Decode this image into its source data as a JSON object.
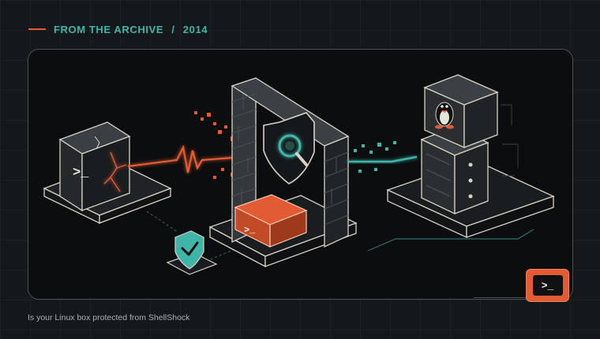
{
  "header": {
    "kicker_source": "FROM THE ARCHIVE",
    "kicker_separator": "/",
    "kicker_year": "2014"
  },
  "illustration": {
    "left_terminal_prompt": ">_",
    "small_terminal_prompt": ">_",
    "right_server_os": "linux-tux",
    "accent_color": "#e35b33",
    "teal_color": "#3fb5a9"
  },
  "caption": "Is your Linux box protected from ShellShock",
  "terminal_button": {
    "prompt": ">_"
  }
}
